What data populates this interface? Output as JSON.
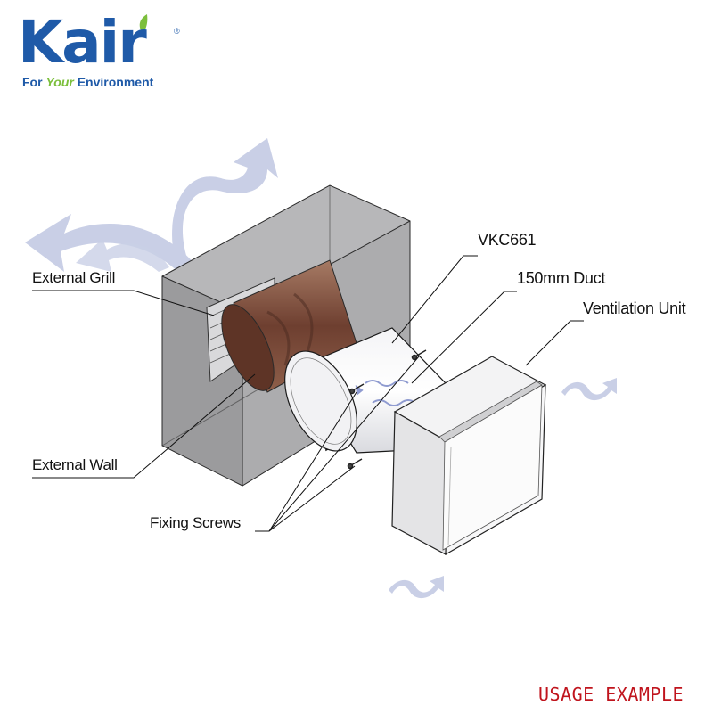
{
  "brand": {
    "name": "Kair",
    "registered": "®",
    "tagline_pre": "For ",
    "tagline_emph": "Your",
    "tagline_post": " Environment",
    "color_primary": "#1f5aa8",
    "color_accent": "#7cbf3c"
  },
  "labels": {
    "vkc661": "VKC661",
    "duct": "150mm Duct",
    "ventilation_unit": "Ventilation Unit",
    "external_grill": "External Grill",
    "external_wall": "External Wall",
    "fixing_screws": "Fixing Screws"
  },
  "footer": {
    "usage": "USAGE EXAMPLE",
    "color": "#c0141d"
  },
  "colors": {
    "wall": "#a9a9a9",
    "airflow": "#c9cfe6",
    "rust": "#7a4a3a"
  }
}
